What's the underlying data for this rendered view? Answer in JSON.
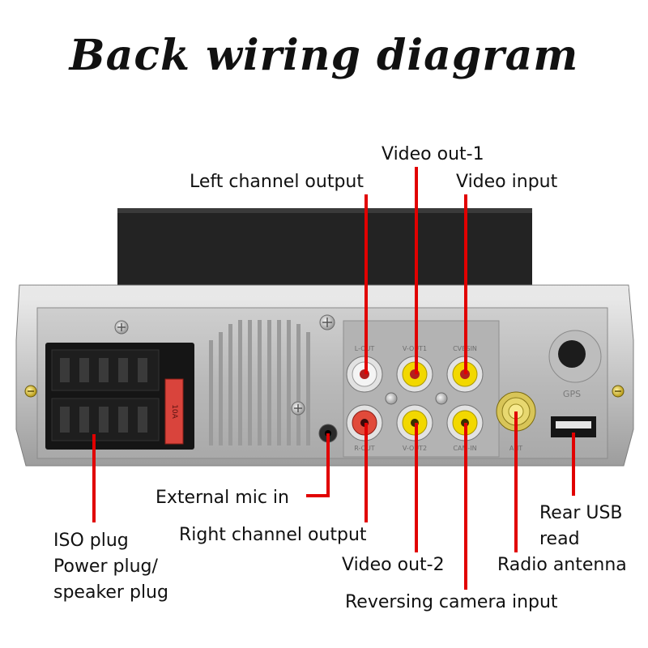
{
  "title": "Back wiring diagram",
  "labels": {
    "video_out_1": "Video out-1",
    "left_channel_output": "Left channel output",
    "video_input": "Video input",
    "external_mic_in": "External mic in",
    "rear_usb_read": [
      "Rear USB",
      "read"
    ],
    "iso_plug": [
      "ISO plug",
      "Power plug/",
      "speaker plug"
    ],
    "right_channel_output": "Right channel output",
    "video_out_2": "Video out-2",
    "radio_antenna": "Radio antenna",
    "reversing_camera_input": "Reversing camera input"
  },
  "panel_marks": {
    "l_out": "L-OUT",
    "v_out1": "V-OUT1",
    "cvbsin": "CVBSIN",
    "r_out": "R-OUT",
    "v_out2": "V-OUT2",
    "cam_in": "CAM-IN",
    "ant": "ANT",
    "gps": "GPS",
    "fuse": "10A"
  },
  "colors": {
    "leader": "#e10000",
    "rca_white": "#efefef",
    "rca_red": "#e14a3a",
    "rca_yellow": "#f2d800",
    "panel": "#b7b7b7",
    "heatsink": "#232323",
    "fuse": "#d9443c"
  }
}
